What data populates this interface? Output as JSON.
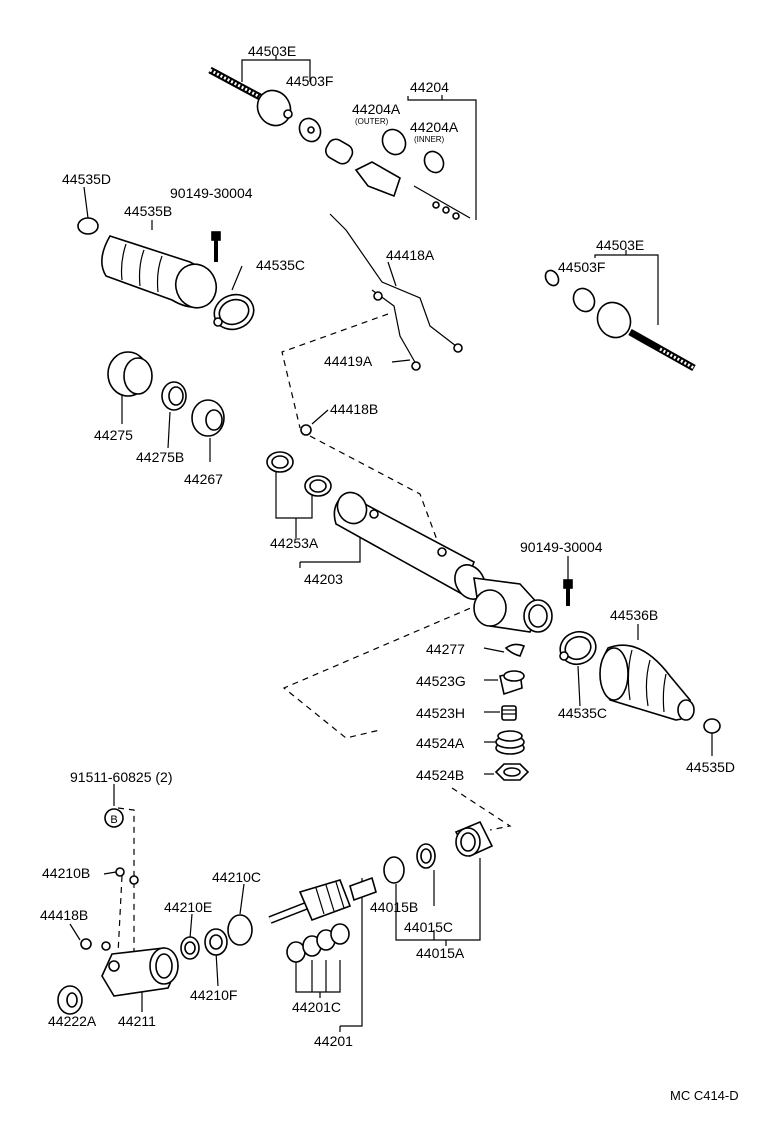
{
  "labels": {
    "p44503E_top": "44503E",
    "p44503F_top": "44503F",
    "p44204": "44204",
    "p44204A_outer": "44204A",
    "outer": "(OUTER)",
    "p44204A_inner": "44204A",
    "inner": "(INNER)",
    "p44535D_top": "44535D",
    "p90149_top": "90149-30004",
    "p44535B": "44535B",
    "p44535C_top": "44535C",
    "p44418A": "44418A",
    "p44503E_right": "44503E",
    "p44503F_right": "44503F",
    "p44419A": "44419A",
    "p44418B_top": "44418B",
    "p44275": "44275",
    "p44275B": "44275B",
    "p44267": "44267",
    "p44253A": "44253A",
    "p44203": "44203",
    "p90149_mid": "90149-30004",
    "p44536B": "44536B",
    "p44277": "44277",
    "p44523G": "44523G",
    "p44523H": "44523H",
    "p44524A": "44524A",
    "p44524B": "44524B",
    "p44535C_bot": "44535C",
    "p44535D_bot": "44535D",
    "p91511": "91511-60825 (2)",
    "b_mark": "B",
    "p44210B": "44210B",
    "p44210C": "44210C",
    "p44418B_bot": "44418B",
    "p44210E": "44210E",
    "p44210F": "44210F",
    "p44211": "44211",
    "p44222A": "44222A",
    "p44201C": "44201C",
    "p44201": "44201",
    "p44015B": "44015B",
    "p44015C": "44015C",
    "p44015A": "44015A",
    "footer": "MC  C414-D"
  }
}
